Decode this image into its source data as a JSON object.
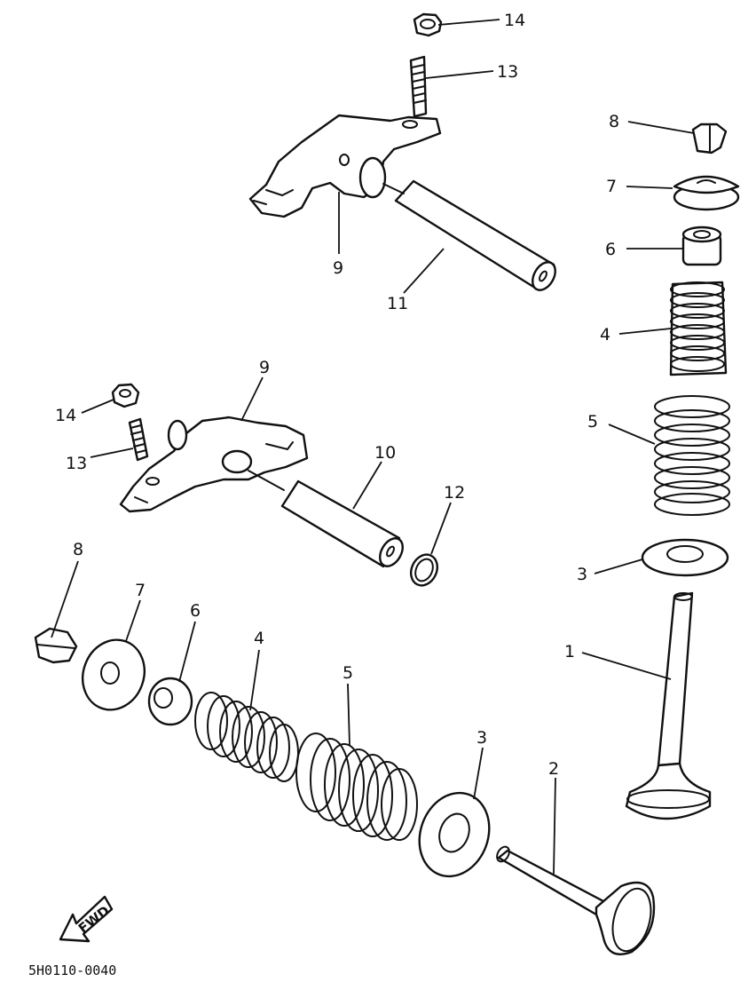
{
  "callouts": {
    "upper": {
      "nut": "14",
      "adjuster": "13",
      "rocker_arm": "9",
      "rocker_shaft": "11"
    },
    "lower": {
      "nut": "14",
      "adjuster": "13",
      "rocker_arm": "9",
      "rocker_shaft": "10",
      "o_ring": "12"
    },
    "right_stack": {
      "cotter": "8",
      "retainer": "7",
      "seal": "6",
      "inner_spring": "4",
      "outer_spring": "5",
      "seat": "3",
      "valve": "1"
    },
    "bottom_row": {
      "cotter": "8",
      "retainer": "7",
      "seal": "6",
      "inner_spring": "4",
      "outer_spring": "5",
      "seat": "3",
      "valve": "2"
    }
  },
  "fwd_marker": "FWD",
  "figure_code": "5H0110-0040"
}
